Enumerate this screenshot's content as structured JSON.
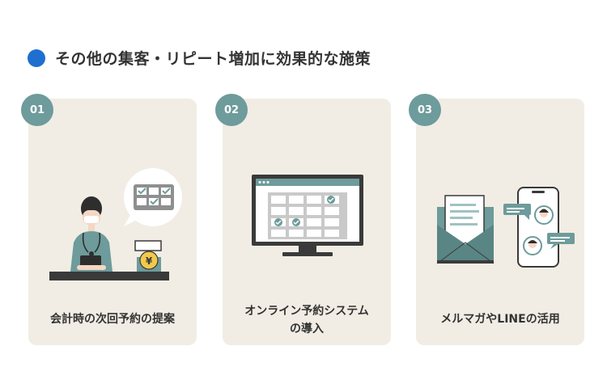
{
  "section": {
    "title": "その他の集客・リピート増加に効果的な施策"
  },
  "cards": [
    {
      "number": "01",
      "caption_line1": "会計時の次回予約の提案",
      "caption_line2": ""
    },
    {
      "number": "02",
      "caption_line1": "オンライン予約システム",
      "caption_line2": "の導入"
    },
    {
      "number": "03",
      "caption_line1": "メルマガやLINEの活用",
      "caption_line2": ""
    }
  ],
  "colors": {
    "accent_dot": "#1f6fd0",
    "badge": "#6e9b9b",
    "card_bg": "#f1ede4",
    "teal": "#6e9b9b",
    "dark": "#3a3a3a",
    "coin": "#f2c94c"
  },
  "register_symbol": "¥"
}
